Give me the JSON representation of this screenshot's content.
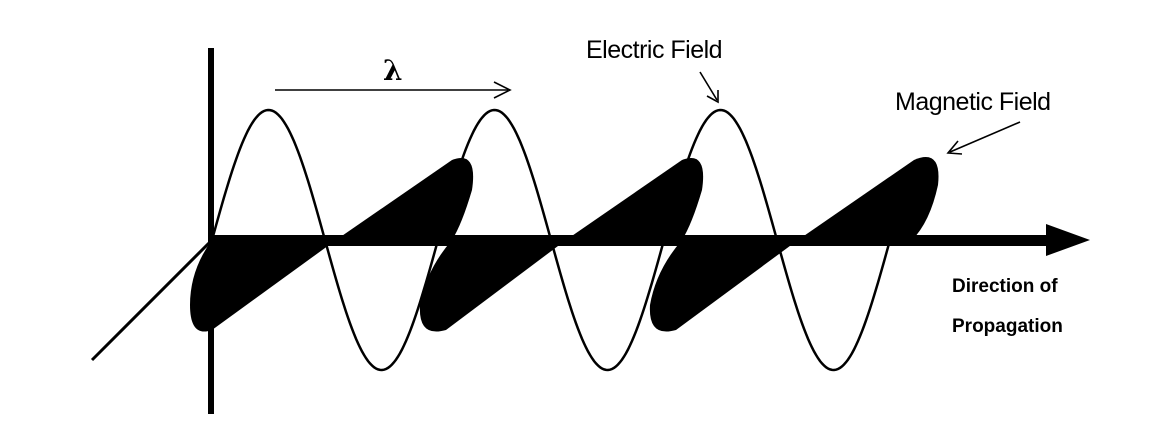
{
  "labels": {
    "wavelength_symbol": "λ",
    "electric_field": "Electric Field",
    "magnetic_field": "Magnetic Field",
    "direction_line1": "Direction of",
    "direction_line2": "Propagation"
  },
  "colors": {
    "ink": "#000000",
    "background": "#ffffff"
  }
}
